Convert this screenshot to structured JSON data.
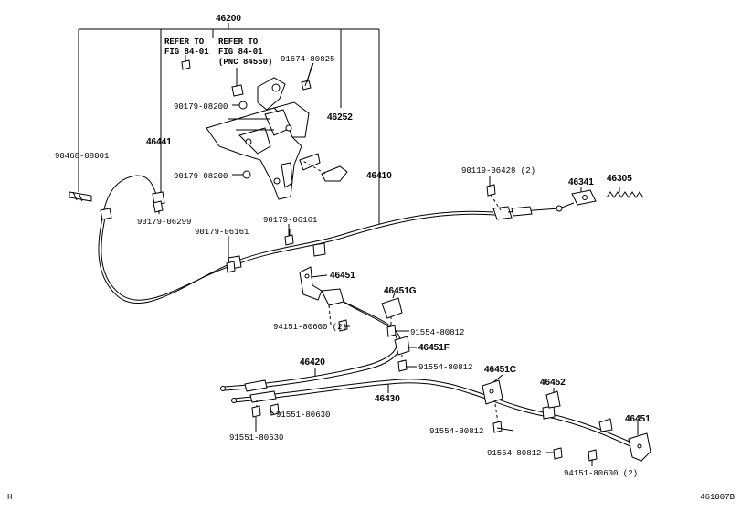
{
  "header": {
    "assembly_number": "46200"
  },
  "references": [
    {
      "line1": "REFER TO",
      "line2": "FIG 84-01"
    },
    {
      "line1": "REFER TO",
      "line2": "FIG 84-01",
      "line3": "(PNC 84550)"
    }
  ],
  "part_labels": {
    "p91674_80825": "91674-80825",
    "p90179_08200_a": "90179-08200",
    "p46252": "46252",
    "p46441": "46441",
    "p90468_08001": "90468-08001",
    "p90179_08200_b": "90179-08200",
    "p46410": "46410",
    "p90119_06428": "90119-06428 (2)",
    "p46341": "46341",
    "p46305": "46305",
    "p90179_06299": "90179-06299",
    "p90179_06161_a": "90179-06161",
    "p90179_06161_b": "90179-06161",
    "p46451_top": "46451",
    "p46451G": "46451G",
    "p94151_80600_a": "94151-80600 (2)",
    "p91554_80812_a": "91554-80812",
    "p46451F": "46451F",
    "p46420": "46420",
    "p91554_80812_b": "91554-80812",
    "p46451C": "46451C",
    "p46452": "46452",
    "p46430": "46430",
    "p91551_80630_a": "91551-80630",
    "p91551_80630_b": "91551-80630",
    "p91554_80812_c": "91554-80812",
    "p46451_right": "46451",
    "p91554_80812_d": "91554-80812",
    "p94151_80600_b": "94151-80600 (2)"
  },
  "footer": {
    "left_mark": "H",
    "figure_id": "461007B"
  }
}
